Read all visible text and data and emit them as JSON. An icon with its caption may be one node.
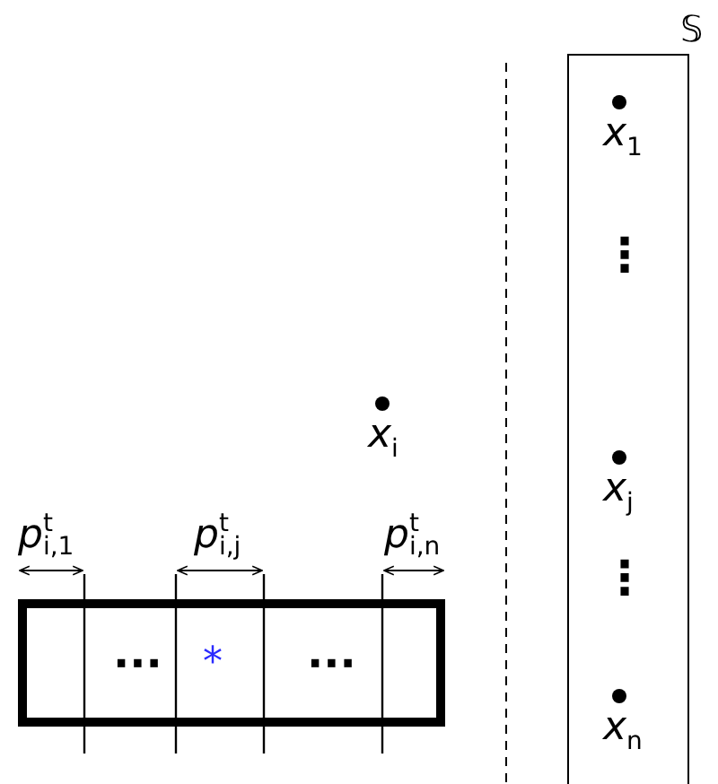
{
  "diagram": {
    "nodes": [
      {
        "text": [
          "𝕊"
        ]
      },
      {
        "text": [
          "···",
          "*",
          "···"
        ]
      }
    ],
    "edges": [],
    "labels": [
      "*x*$_{1}$",
      "⋮",
      "*x*$_{i}$",
      "*x*$_{j}$",
      "*p*$^{t}$$_{i,1}$",
      "*p*$^{t}$$_{i,j}$",
      "*p*$^{t}$$_{i,n}$",
      "⋮",
      "*x*$_{n}$"
    ]
  }
}
